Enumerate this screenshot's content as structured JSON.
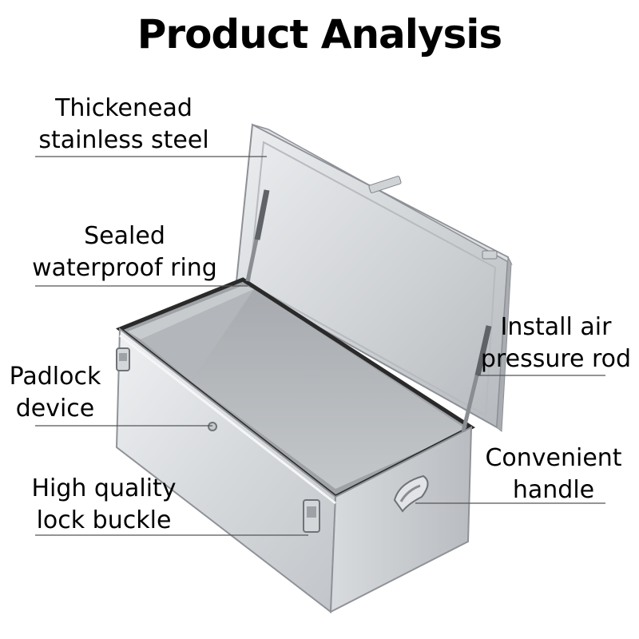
{
  "title": "Product Analysis",
  "callouts": {
    "steel": {
      "lines": [
        "Thickenead",
        "stainless steel"
      ]
    },
    "ring": {
      "lines": [
        "Sealed",
        "waterproof ring"
      ]
    },
    "padlock": {
      "lines": [
        "Padlock",
        "device"
      ]
    },
    "buckle": {
      "lines": [
        "High quality",
        "lock buckle"
      ]
    },
    "rod": {
      "lines": [
        "Install air",
        "pressure rod"
      ]
    },
    "handle": {
      "lines": [
        "Convenient",
        "handle"
      ]
    }
  },
  "colors": {
    "steel_light": "#e6e8ea",
    "steel_mid": "#c9ccd0",
    "steel_dark": "#9ea2a7",
    "interior": "#b4b7bb",
    "seal": "#2a2a2a",
    "leader": "#555555"
  }
}
